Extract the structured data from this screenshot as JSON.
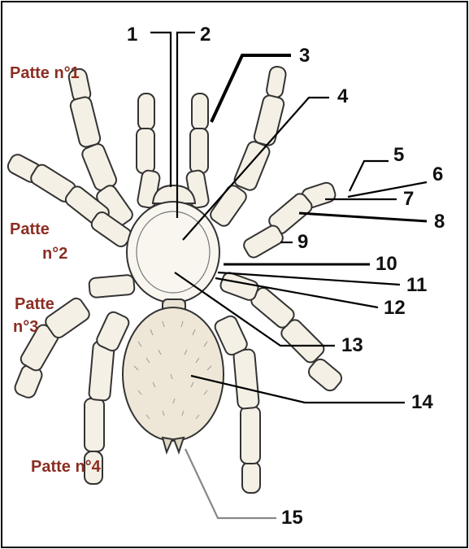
{
  "figure": {
    "label_color": "#8b2e23",
    "ink_color": "#222222",
    "leg_labels": [
      {
        "text": "Patte n°1"
      },
      {
        "text": "Patte"
      },
      {
        "text": "n°2"
      },
      {
        "text": "Patte"
      },
      {
        "text": "n°3"
      },
      {
        "text": "Patte n°4"
      }
    ],
    "callouts": [
      "1",
      "2",
      "3",
      "4",
      "5",
      "6",
      "7",
      "8",
      "9",
      "10",
      "11",
      "12",
      "13",
      "14",
      "15"
    ]
  }
}
